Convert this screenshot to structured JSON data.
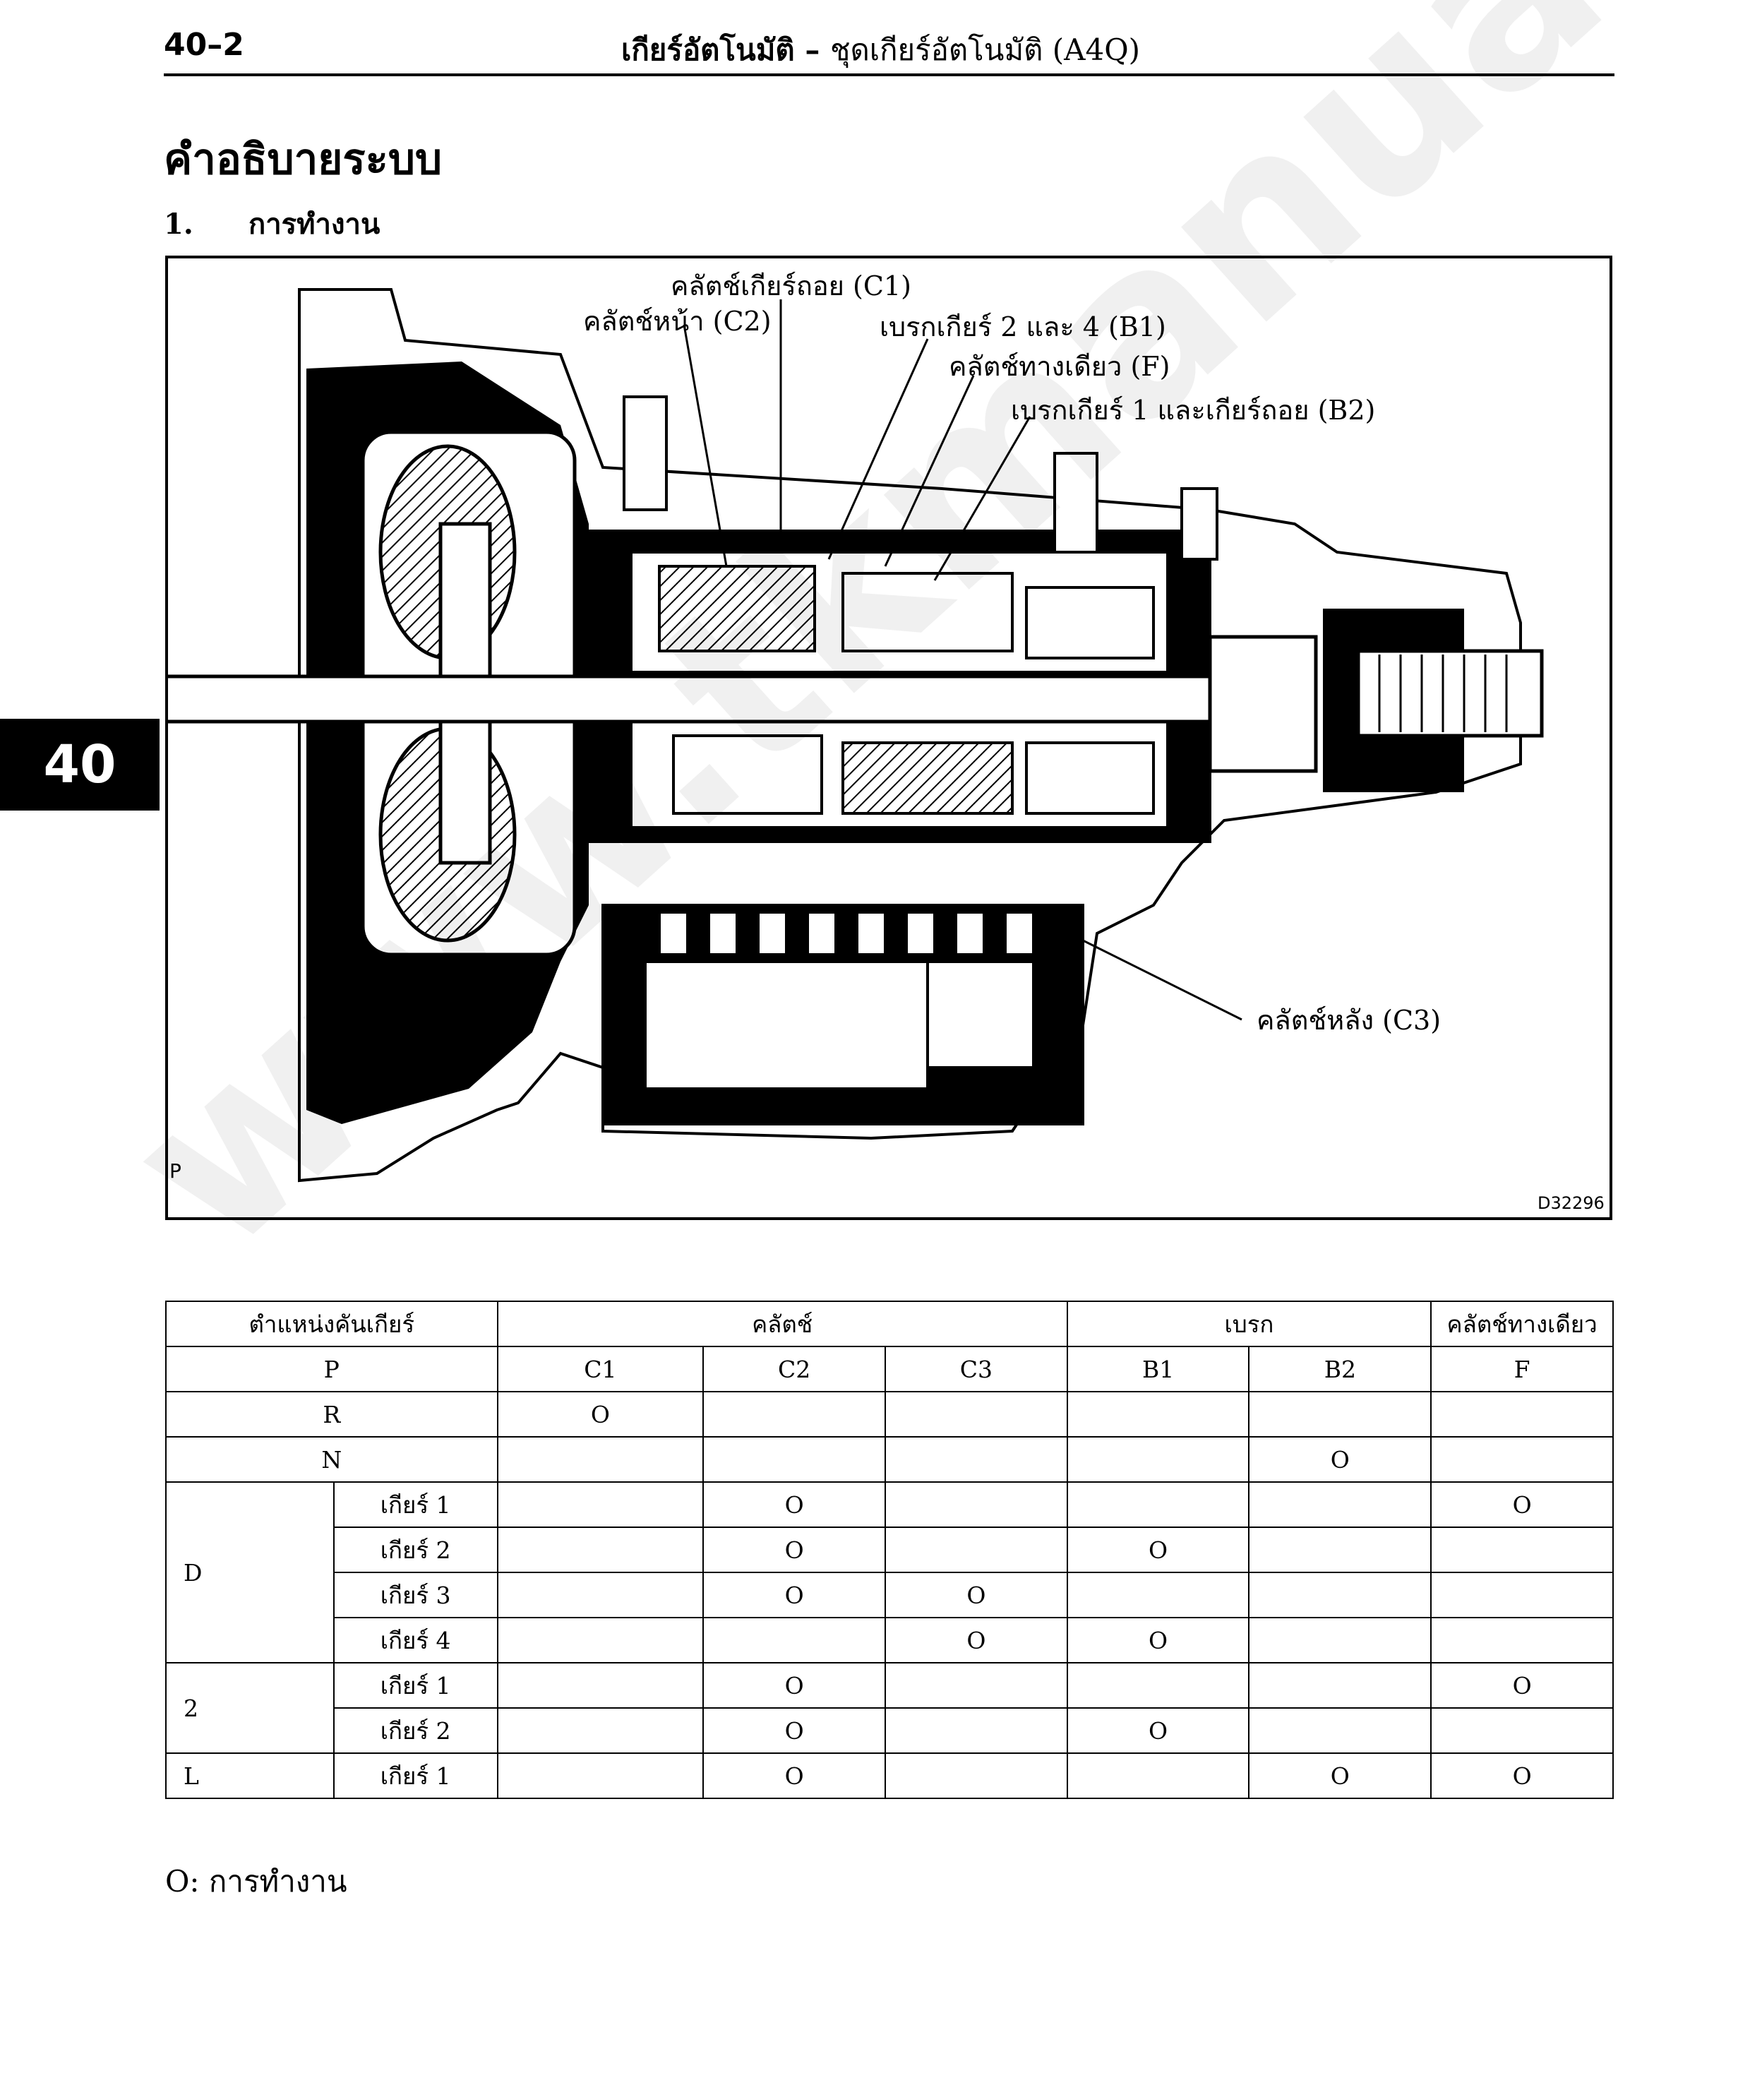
{
  "header": {
    "page_number": "40–2",
    "title_main": "เกียร์อัตโนมัติ",
    "title_separator": "–",
    "title_sub": "ชุดเกียร์อัตโนมัติ (A4Q)"
  },
  "section": {
    "heading": "คำอธิบายระบบ",
    "subsection_number": "1.",
    "subsection_title": "การทำงาน"
  },
  "chapter_tab": "40",
  "figure": {
    "callouts": {
      "c1": "คลัตช์เกียร์ถอย (C1)",
      "c2": "คลัตช์หน้า (C2)",
      "b1": "เบรกเกียร์ 2 และ 4 (B1)",
      "f": "คลัตช์ทางเดียว (F)",
      "b2": "เบรกเกียร์ 1 และเกียร์ถอย (B2)",
      "c3": "คลัตช์หลัง (C3)"
    },
    "corner_marker": "P",
    "figure_code": "D32296"
  },
  "table": {
    "group_headers": {
      "shift": "ตำแหน่งคันเกียร์",
      "clutch": "คลัตช์",
      "brake": "เบรก",
      "oneway": "คลัตช์ทางเดียว"
    },
    "col_header_row": {
      "label": "P",
      "cols": [
        "C1",
        "C2",
        "C3",
        "B1",
        "B2",
        "F"
      ]
    },
    "rows": [
      {
        "pos": "R",
        "gear": "",
        "cells": [
          "O",
          "",
          "",
          "",
          "",
          ""
        ]
      },
      {
        "pos": "N",
        "gear": "",
        "cells": [
          "",
          "",
          "",
          "",
          "O",
          ""
        ]
      },
      {
        "pos": "D",
        "gear": "เกียร์ 1",
        "cells": [
          "",
          "O",
          "",
          "",
          "",
          "O"
        ]
      },
      {
        "pos": "D",
        "gear": "เกียร์ 2",
        "cells": [
          "",
          "O",
          "",
          "O",
          "",
          ""
        ]
      },
      {
        "pos": "D",
        "gear": "เกียร์ 3",
        "cells": [
          "",
          "O",
          "O",
          "",
          "",
          ""
        ]
      },
      {
        "pos": "D",
        "gear": "เกียร์ 4",
        "cells": [
          "",
          "",
          "O",
          "O",
          "",
          ""
        ]
      },
      {
        "pos": "2",
        "gear": "เกียร์ 1",
        "cells": [
          "",
          "O",
          "",
          "",
          "",
          "O"
        ]
      },
      {
        "pos": "2",
        "gear": "เกียร์ 2",
        "cells": [
          "",
          "O",
          "",
          "O",
          "",
          ""
        ]
      },
      {
        "pos": "L",
        "gear": "เกียร์ 1",
        "cells": [
          "",
          "O",
          "",
          "",
          "O",
          "O"
        ]
      }
    ]
  },
  "legend": "O: การทำงาน",
  "watermark": "www.tkmanual.com"
}
